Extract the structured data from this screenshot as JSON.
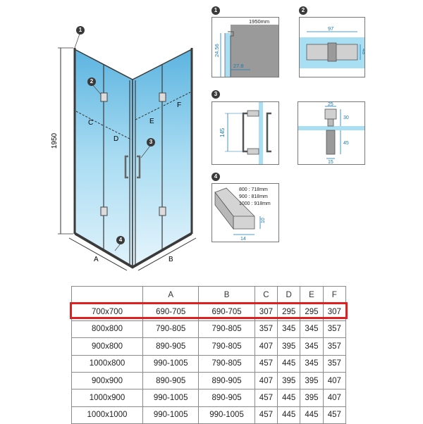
{
  "badges": [
    "1",
    "2",
    "3",
    "4"
  ],
  "shower": {
    "height_label": "1950",
    "labels": {
      "A": "A",
      "B": "B",
      "C": "C",
      "D": "D",
      "E": "E",
      "F": "F"
    }
  },
  "detail1": {
    "height": "1950mm",
    "dim_v": "24.56",
    "dim_h": "27.8"
  },
  "detail2": {
    "dim_top": "97",
    "dim_side": "48"
  },
  "detail3": {
    "handle_len": "145",
    "top": "25",
    "side_a": "30",
    "side_b": "45",
    "bottom": "15"
  },
  "detail4": {
    "sizes": [
      "800 : 718mm",
      "900 : 818mm",
      "1000 : 918mm"
    ],
    "dim_v": "10",
    "dim_h": "14"
  },
  "table": {
    "headers": [
      "",
      "A",
      "B",
      "C",
      "D",
      "E",
      "F"
    ],
    "rows": [
      [
        "700x700",
        "690-705",
        "690-705",
        "307",
        "295",
        "295",
        "307"
      ],
      [
        "800x800",
        "790-805",
        "790-805",
        "357",
        "345",
        "345",
        "357"
      ],
      [
        "900x800",
        "890-905",
        "790-805",
        "407",
        "395",
        "345",
        "357"
      ],
      [
        "1000x800",
        "990-1005",
        "790-805",
        "457",
        "445",
        "345",
        "357"
      ],
      [
        "900x900",
        "890-905",
        "890-905",
        "407",
        "395",
        "395",
        "407"
      ],
      [
        "1000x900",
        "990-1005",
        "890-905",
        "457",
        "445",
        "395",
        "407"
      ],
      [
        "1000x1000",
        "990-1005",
        "990-1005",
        "457",
        "445",
        "445",
        "457"
      ]
    ],
    "highlighted_row": 0,
    "highlight_color": "#e02020"
  },
  "colors": {
    "glass": "#8fd0ee",
    "frame": "#3a3a3a",
    "metal": "#cfcfcf"
  }
}
